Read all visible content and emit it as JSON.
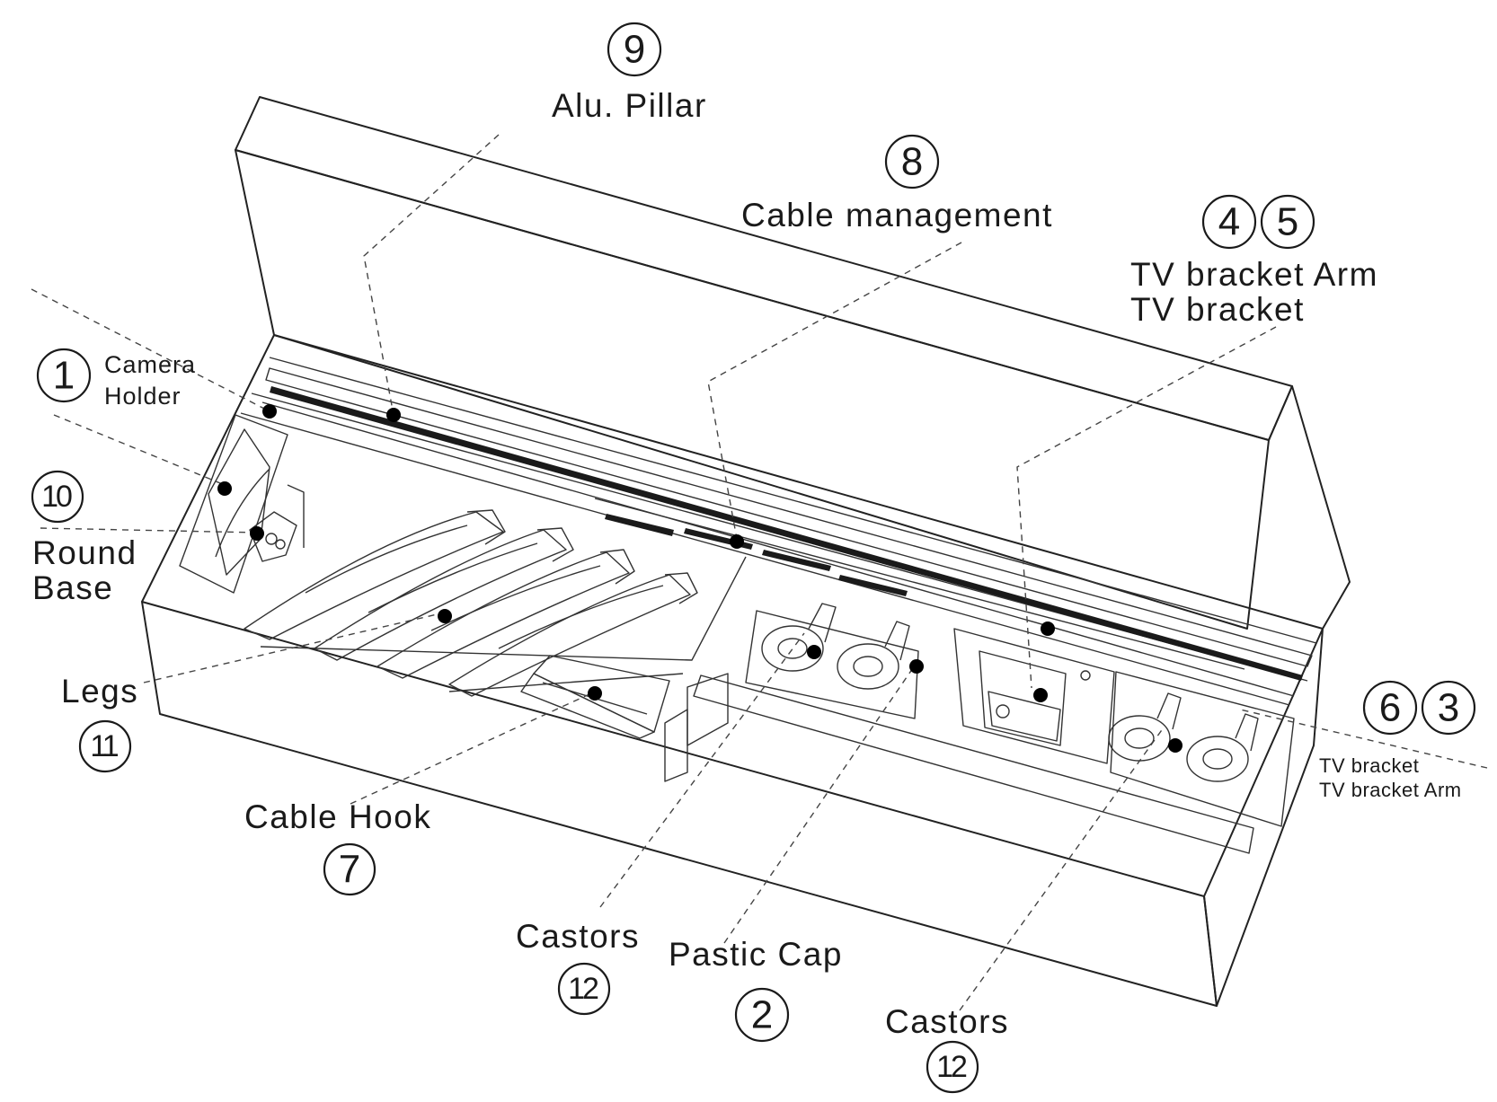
{
  "labels": {
    "camera_holder": {
      "number": "1",
      "lines": [
        "Camera",
        "Holder"
      ]
    },
    "round_base": {
      "number": "10",
      "lines": [
        "Round",
        "Base"
      ]
    },
    "legs": {
      "number": "11",
      "text": "Legs"
    },
    "cable_hook": {
      "number": "7",
      "text": "Cable Hook"
    },
    "castors_left": {
      "number": "12",
      "text": "Castors"
    },
    "pastic_cap": {
      "number": "2",
      "text": "Pastic Cap"
    },
    "castors_right": {
      "number": "12",
      "text": "Castors"
    },
    "alu_pillar": {
      "number": "9",
      "text": "Alu. Pillar"
    },
    "cable_management": {
      "number": "8",
      "text": "Cable management"
    },
    "tv_bracket_arm_top": {
      "numbers": [
        "4",
        "5"
      ],
      "lines": [
        "TV bracket Arm",
        "TV bracket"
      ]
    },
    "tv_bracket_right": {
      "numbers": [
        "6",
        "3"
      ],
      "lines": [
        "TV bracket",
        "TV bracket Arm"
      ]
    }
  },
  "colors": {
    "line": "#222222",
    "dot": "#000000",
    "background": "#ffffff"
  }
}
